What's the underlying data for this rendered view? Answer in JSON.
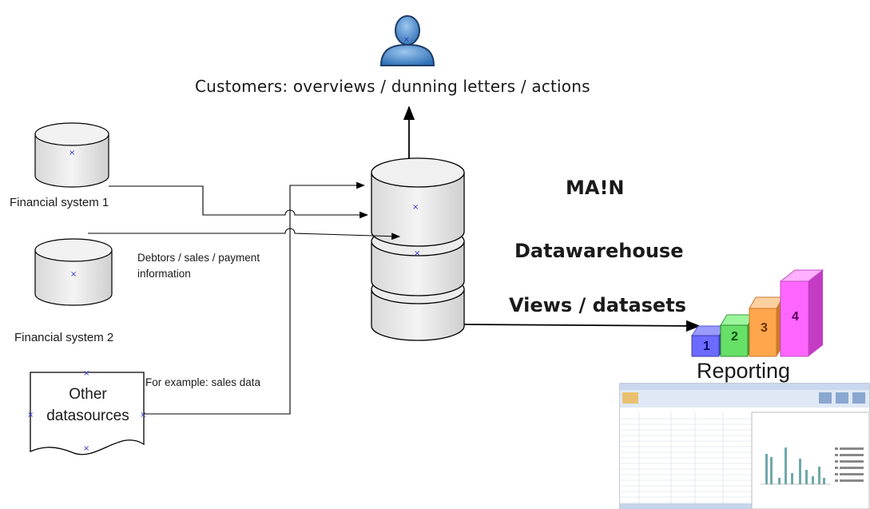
{
  "customers_label": "Customers: overviews / dunning letters / actions",
  "sources": {
    "financial_system_1": "Financial system 1",
    "financial_system_2": "Financial system 2",
    "other_datasources_line1": "Other",
    "other_datasources_line2": "datasources"
  },
  "flow_labels": {
    "debtors": "Debtors / sales / payment information",
    "example": "For example: sales data"
  },
  "warehouse": {
    "main": "MA!N",
    "datawarehouse": "Datawarehouse",
    "views": "Views / datasets"
  },
  "reporting": {
    "label": "Reporting",
    "bars": [
      "1",
      "2",
      "3",
      "4"
    ]
  },
  "colors": {
    "cylinder_fill": "#e6e6e6",
    "arrow": "#000000",
    "person": "#4a86c8",
    "bar_1": "#6b6bff",
    "bar_2": "#66e066",
    "bar_3": "#ffa64d",
    "bar_4": "#ff66ff"
  },
  "icons": [
    "person-icon",
    "database-icon",
    "document-icon",
    "bar-chart-icon",
    "spreadsheet-thumbnail"
  ]
}
